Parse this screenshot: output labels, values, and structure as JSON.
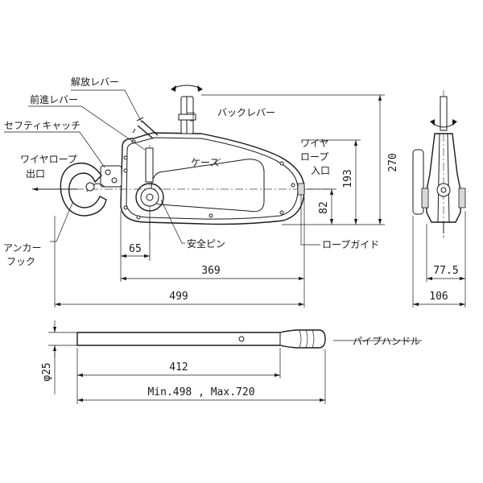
{
  "labels": {
    "release_lever": "解放レバー",
    "forward_lever": "前進レバー",
    "safety_catch": "セフティキャッチ",
    "wire_rope_outlet_1": "ワイヤロープ",
    "wire_rope_outlet_2": "出口",
    "anchor_hook_1": "アンカー",
    "anchor_hook_2": "フック",
    "back_lever": "バックレバー",
    "case": "ケース",
    "wire_rope_inlet_1": "ワイヤ",
    "wire_rope_inlet_2": "ロープ",
    "wire_rope_inlet_3": "入口",
    "safety_pin": "安全ピン",
    "rope_guide": "ロープガイド",
    "pipe_handle": "パイプハンドル"
  },
  "dimensions": {
    "height_total": "270",
    "height_inlet": "193",
    "height_axis": "82",
    "pin_offset": "65",
    "case_length": "369",
    "overall_length": "499",
    "side_inner_width": "77.5",
    "side_width": "106",
    "handle_diameter": "φ25",
    "handle_length": "412",
    "handle_extended": "Min.498 , Max.720"
  }
}
